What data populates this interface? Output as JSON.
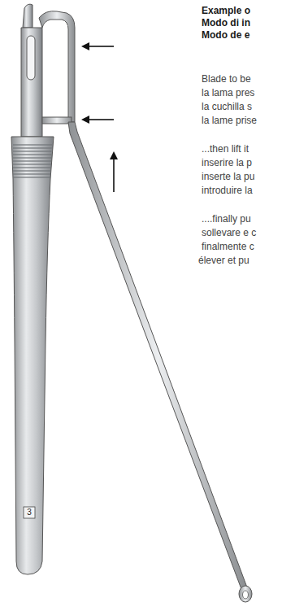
{
  "diagram": {
    "labels": [
      "Example o",
      "Modo di in",
      "Modo de e",
      "Blade to be",
      "la lama pres",
      "la cuchilla s",
      "la lame prise",
      "...then lift it",
      "inserire la p",
      "inserte la pu",
      "introduire la",
      "....finally pu",
      "sollevare e c",
      "finalmente c",
      "élever et pu",
      "3"
    ]
  }
}
